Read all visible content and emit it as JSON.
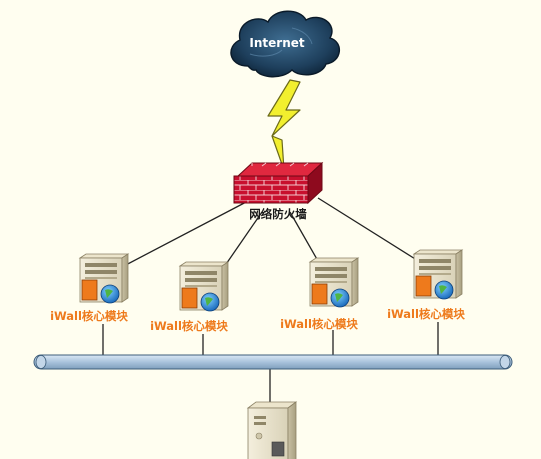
{
  "internet": {
    "label": "Internet"
  },
  "firewall": {
    "label": "网络防火墙"
  },
  "nodes": [
    {
      "label": "iWall核心模块"
    },
    {
      "label": "iWall核心模块"
    },
    {
      "label": "iWall核心模块"
    },
    {
      "label": "iWall核心模块"
    }
  ],
  "colors": {
    "background": "#fffef0",
    "cloud": "#1e3f5c",
    "lightning": "#f2ef2e",
    "firewall": "#c8102e",
    "bus": "#a9c3dc",
    "label_orange": "#ee7a1c"
  },
  "icons": {
    "internet": "storm-cloud-icon",
    "link": "lightning-bolt-icon",
    "firewall": "brick-wall-icon",
    "node": "server-globe-icon",
    "client": "server-tower-icon"
  }
}
